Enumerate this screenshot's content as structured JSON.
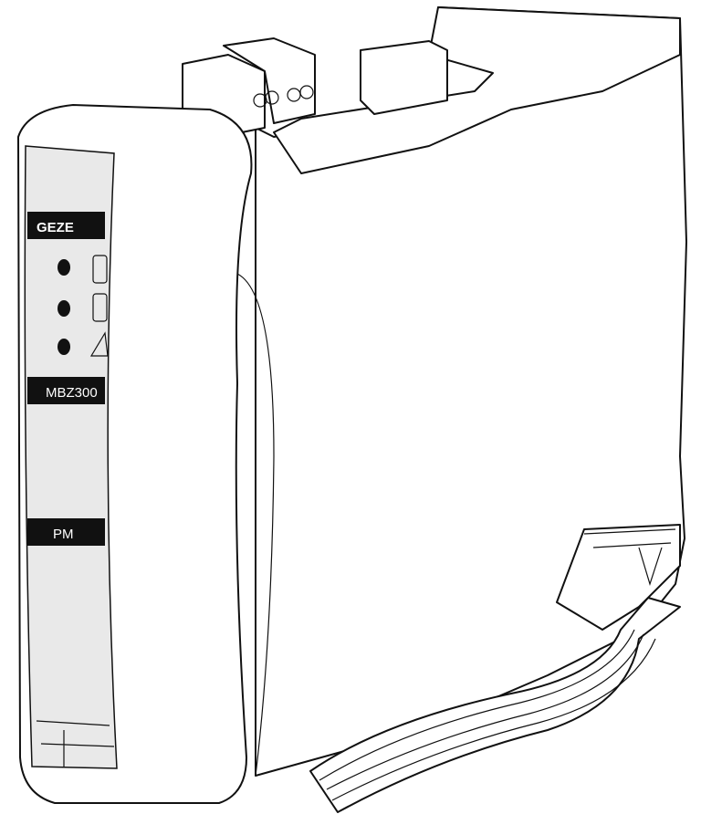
{
  "device": {
    "brand_logo": "GEZE",
    "model_label": "MBZ300",
    "module_label": "PM"
  }
}
